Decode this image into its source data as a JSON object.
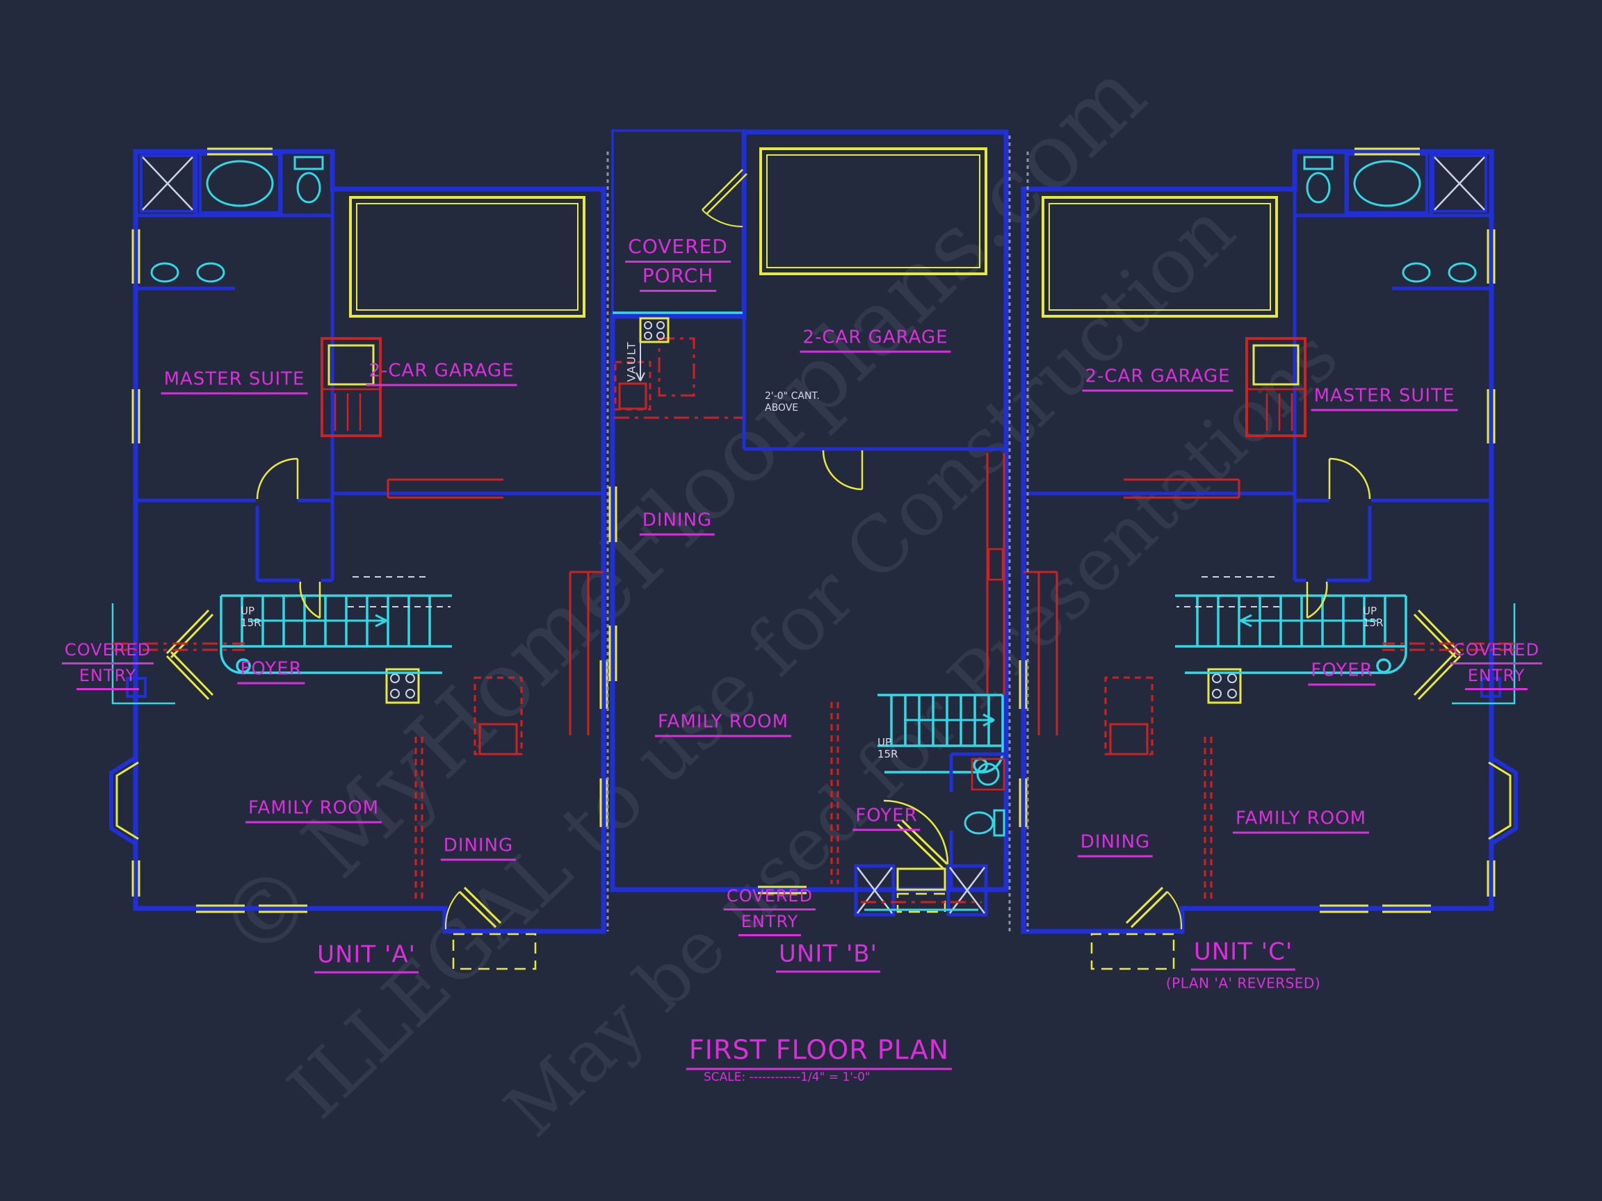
{
  "plan": {
    "title": "FIRST FLOOR PLAN",
    "scale": "SCALE: ------------1/4\" = 1'-0\"",
    "units": {
      "a": "UNIT 'A'",
      "b": "UNIT 'B'",
      "c": "UNIT 'C'",
      "c_note": "(PLAN 'A' REVERSED)"
    }
  },
  "rooms": {
    "master_suite": "MASTER SUITE",
    "garage": "2-CAR GARAGE",
    "dining": "DINING",
    "family_room": "FAMILY ROOM",
    "foyer": "FOYER",
    "covered_porch_line1": "COVERED",
    "covered_porch_line2": "PORCH",
    "covered_entry_line1": "COVERED",
    "covered_entry_line2": "ENTRY",
    "vault": "VAULT"
  },
  "annotations": {
    "up": "UP",
    "risers": "15R",
    "cant_line1": "2'-0\" CANT.",
    "cant_line2": "ABOVE"
  },
  "watermark": {
    "line1": "© MyHomeFloorplans.com",
    "line2": "ILLEGAL to use for Construction",
    "line3": "May be used for Presentations"
  },
  "colors": {
    "bg": "#242a3e",
    "wall": "#2030d6",
    "cyan": "#2fd9e6",
    "yellow": "#e9e93c",
    "red": "#cd2222",
    "magenta": "#dd2edd",
    "white": "#d8dbe6"
  }
}
